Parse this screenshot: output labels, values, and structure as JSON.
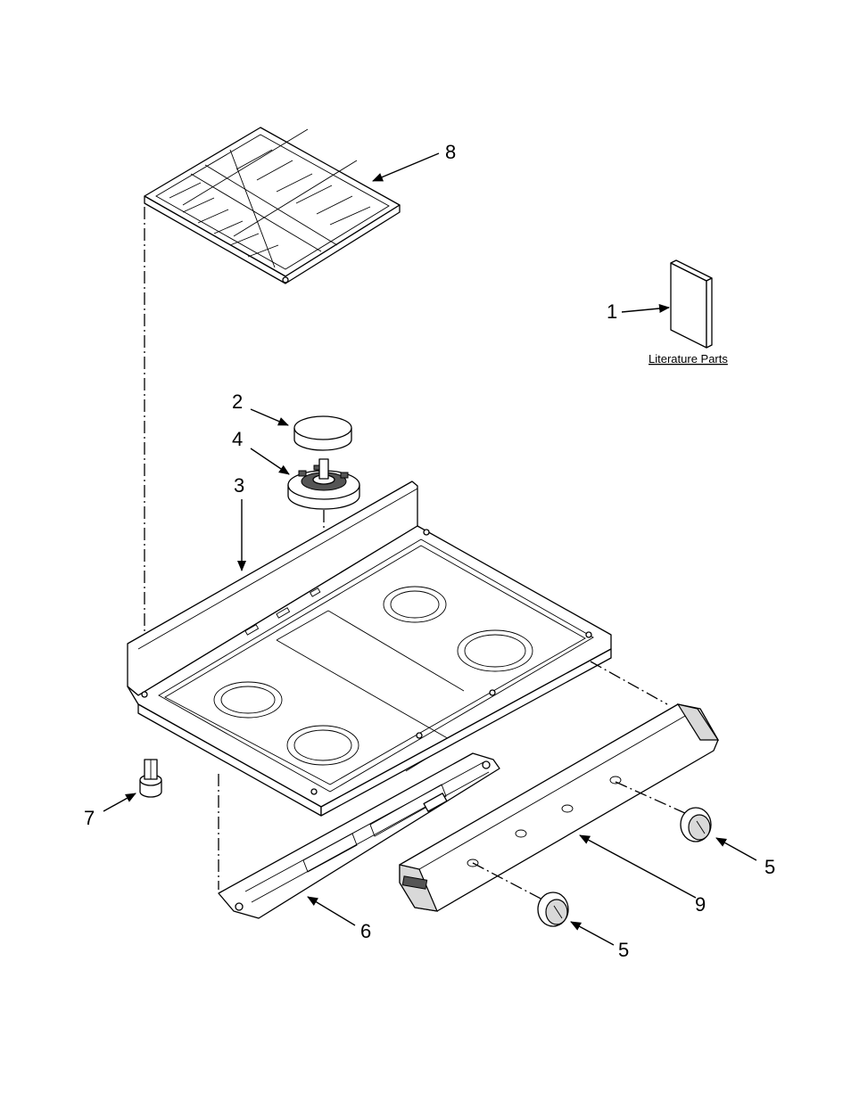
{
  "literature": {
    "label": "Literature Parts"
  },
  "callouts": {
    "c1": "1",
    "c2": "2",
    "c3": "3",
    "c4": "4",
    "c5a": "5",
    "c5b": "5",
    "c6": "6",
    "c7": "7",
    "c8": "8",
    "c9": "9"
  },
  "icons": {
    "grate": "burner-grate-icon",
    "cap": "burner-cap-icon",
    "burner": "burner-base-icon",
    "cooktop": "cooktop-icon",
    "knob": "control-knob-icon",
    "panel": "control-panel-icon",
    "bracket": "support-bracket-icon",
    "leveler": "leveling-leg-icon",
    "literature": "literature-icon"
  }
}
